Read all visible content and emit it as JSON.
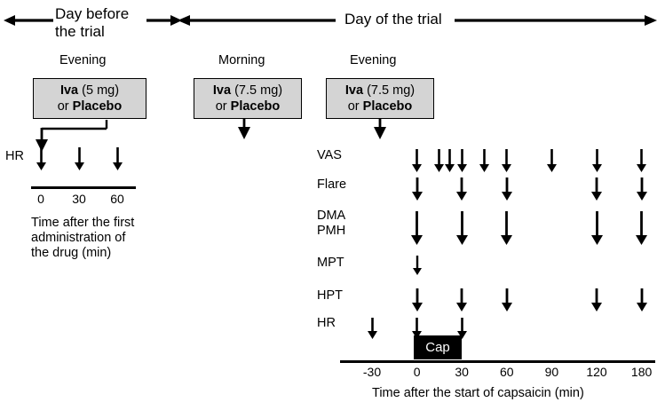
{
  "header": {
    "left_phase": "Day before\nthe trial",
    "right_phase": "Day of the trial"
  },
  "periods": [
    {
      "name": "evening-day-before",
      "label": "Evening",
      "drug_line1_bold": "Iva",
      "drug_line1_rest": " (5 mg)",
      "drug_line2_pre": "or ",
      "drug_line2_bold": "Placebo"
    },
    {
      "name": "morning-trial-day",
      "label": "Morning",
      "drug_line1_bold": "Iva",
      "drug_line1_rest": " (7.5 mg)",
      "drug_line2_pre": "or ",
      "drug_line2_bold": "Placebo"
    },
    {
      "name": "evening-trial-day",
      "label": "Evening",
      "drug_line1_bold": "Iva",
      "drug_line1_rest": " (7.5 mg)",
      "drug_line2_pre": "or ",
      "drug_line2_bold": "Placebo"
    }
  ],
  "left_panel": {
    "row_label": "HR",
    "measurement_times": [
      0,
      30,
      60
    ],
    "tick_labels": [
      "0",
      "30",
      "60"
    ],
    "axis_caption": "Time after the first\nadministration of\nthe drug (min)"
  },
  "right_panel": {
    "tick_labels": [
      "-30",
      "0",
      "30",
      "60",
      "90",
      "120",
      "180"
    ],
    "axis_caption": "Time after the start of capsaicin (min)",
    "capsaicin_label": "Cap",
    "capsaicin_start": "0",
    "capsaicin_end": "30",
    "rows": [
      {
        "label": "VAS",
        "times": [
          "0",
          "15",
          "22",
          "30",
          "45",
          "60",
          "90",
          "120",
          "180"
        ]
      },
      {
        "label": "Flare",
        "times": [
          "0",
          "30",
          "60",
          "120",
          "180"
        ]
      },
      {
        "label": "DMA\nPMH",
        "times": [
          "0",
          "30",
          "60",
          "120",
          "180"
        ]
      },
      {
        "label": "MPT",
        "times": [
          "0"
        ]
      },
      {
        "label": "HPT",
        "times": [
          "0",
          "30",
          "60",
          "120",
          "180"
        ]
      },
      {
        "label": "HR",
        "times": [
          "-30",
          "0",
          "30"
        ]
      }
    ]
  },
  "colors": {
    "stroke": "#000000",
    "drug_box_fill": "#d4d4d4",
    "cap_fill": "#000000",
    "cap_text": "#ffffff",
    "background": "#ffffff"
  }
}
